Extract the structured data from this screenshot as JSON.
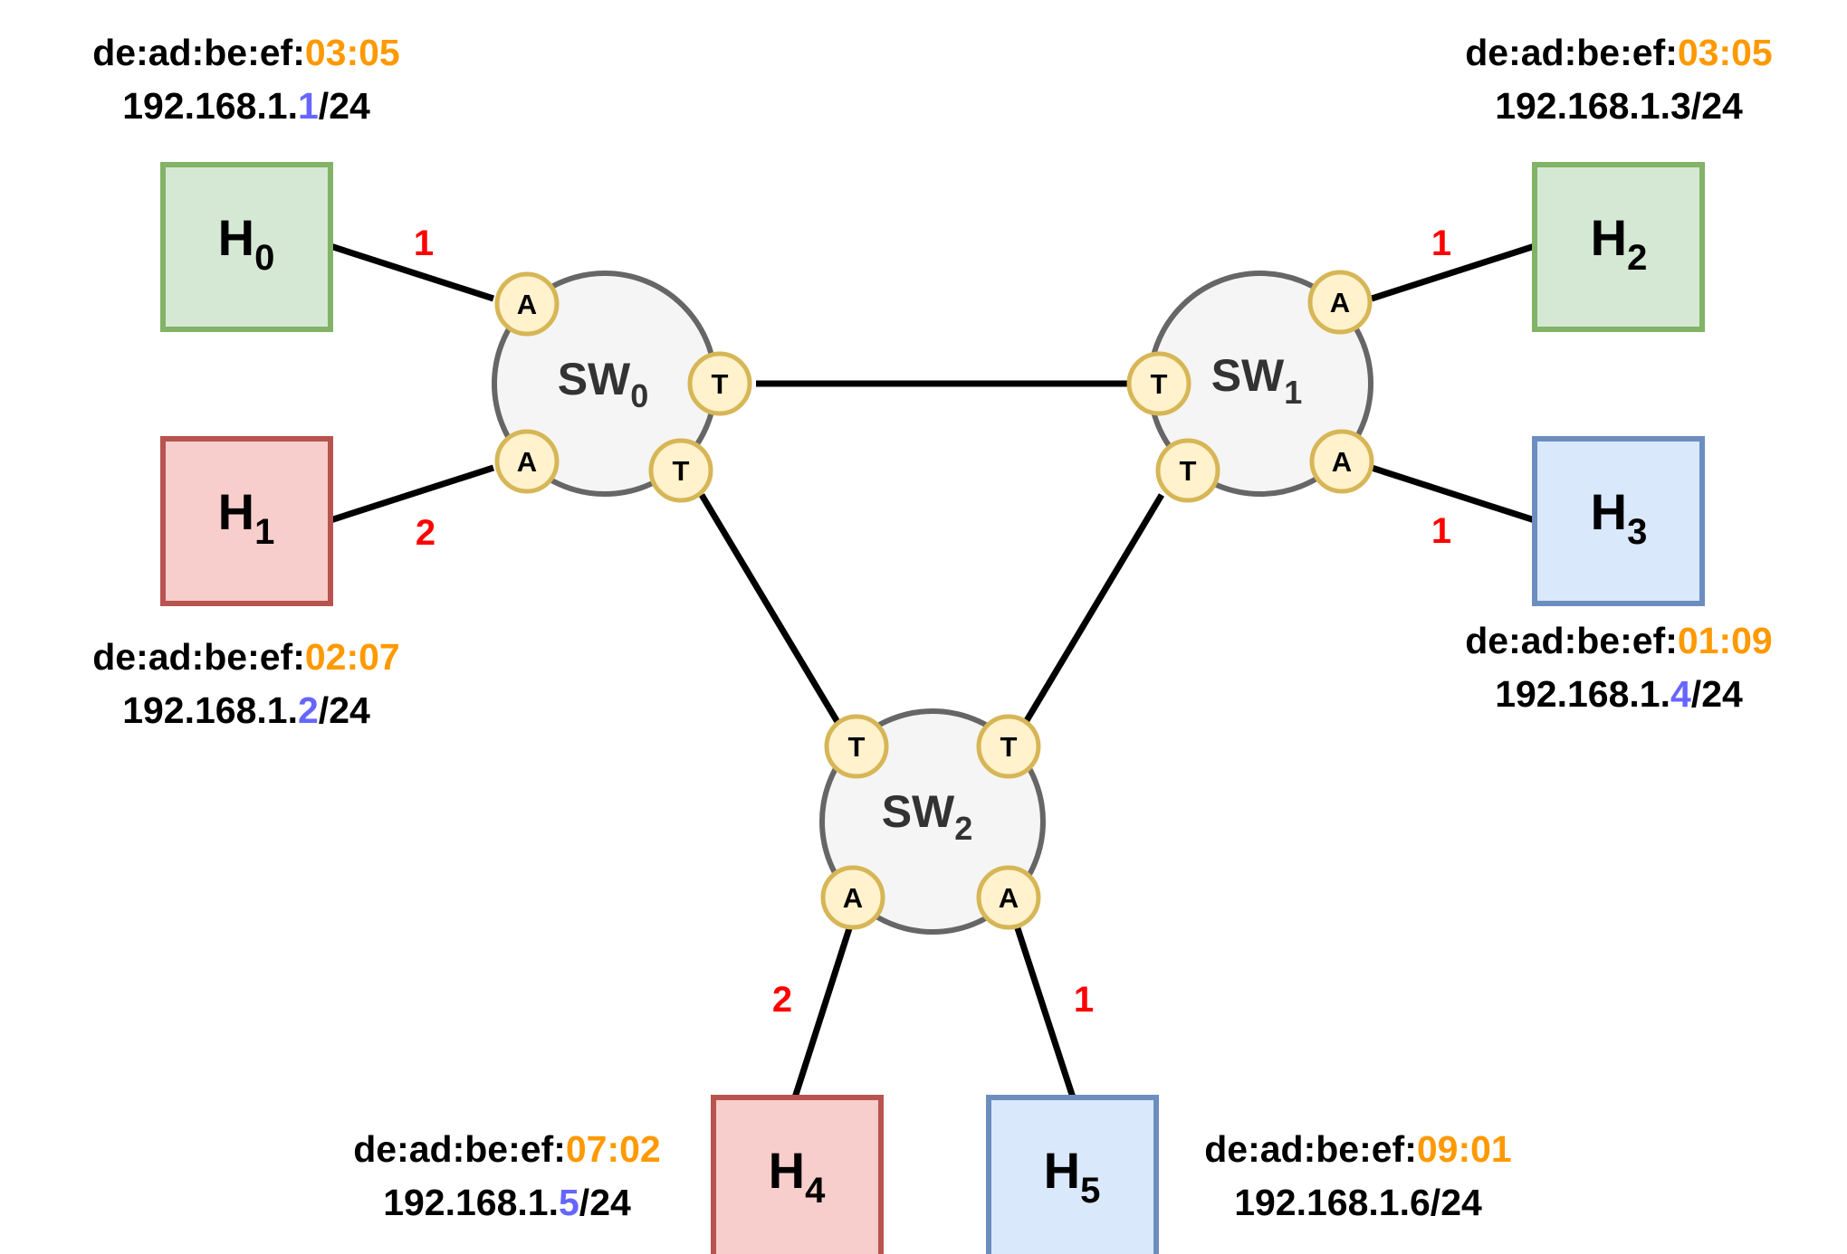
{
  "colors": {
    "line": "#000000",
    "host_green_fill": "#d5e8d4",
    "host_green_stroke": "#82b366",
    "host_red_fill": "#f8cecc",
    "host_red_stroke": "#b85450",
    "host_blue_fill": "#dae8fc",
    "host_blue_stroke": "#6c8ebf",
    "switch_fill": "#f5f5f5",
    "switch_stroke": "#666666",
    "switch_text": "#333333",
    "port_fill": "#fff2cc",
    "port_stroke": "#d6b656",
    "mac_suffix": "#ff9900",
    "ip_octet": "#6666ff",
    "vlan_number": "#ff0000"
  },
  "switches": [
    {
      "id": "sw0",
      "name": "SW",
      "sub": "0"
    },
    {
      "id": "sw1",
      "name": "SW",
      "sub": "1"
    },
    {
      "id": "sw2",
      "name": "SW",
      "sub": "2"
    }
  ],
  "hosts": [
    {
      "id": "h0",
      "name": "H",
      "sub": "0",
      "style": "green",
      "mac_prefix": "de:ad:be:ef:",
      "mac_suffix": "03:05",
      "ip_prefix": "192.168.1.",
      "ip_octet": "1",
      "ip_octet_highlight": true,
      "ip_mask": "/24",
      "vlan": "1"
    },
    {
      "id": "h1",
      "name": "H",
      "sub": "1",
      "style": "red",
      "mac_prefix": "de:ad:be:ef:",
      "mac_suffix": "02:07",
      "ip_prefix": "192.168.1.",
      "ip_octet": "2",
      "ip_octet_highlight": true,
      "ip_mask": "/24",
      "vlan": "2"
    },
    {
      "id": "h2",
      "name": "H",
      "sub": "2",
      "style": "green",
      "mac_prefix": "de:ad:be:ef:",
      "mac_suffix": "03:05",
      "ip_prefix": "192.168.1.",
      "ip_octet": "3",
      "ip_octet_highlight": false,
      "ip_mask": "/24",
      "vlan": "1"
    },
    {
      "id": "h3",
      "name": "H",
      "sub": "3",
      "style": "blue",
      "mac_prefix": "de:ad:be:ef:",
      "mac_suffix": "01:09",
      "ip_prefix": "192.168.1.",
      "ip_octet": "4",
      "ip_octet_highlight": true,
      "ip_mask": "/24",
      "vlan": "1"
    },
    {
      "id": "h4",
      "name": "H",
      "sub": "4",
      "style": "red",
      "mac_prefix": "de:ad:be:ef:",
      "mac_suffix": "07:02",
      "ip_prefix": "192.168.1.",
      "ip_octet": "5",
      "ip_octet_highlight": true,
      "ip_mask": "/24",
      "vlan": "2"
    },
    {
      "id": "h5",
      "name": "H",
      "sub": "5",
      "style": "blue",
      "mac_prefix": "de:ad:be:ef:",
      "mac_suffix": "09:01",
      "ip_prefix": "192.168.1.",
      "ip_octet": "6",
      "ip_octet_highlight": false,
      "ip_mask": "/24",
      "vlan": "1"
    }
  ],
  "ports": {
    "access": "A",
    "trunk": "T"
  }
}
